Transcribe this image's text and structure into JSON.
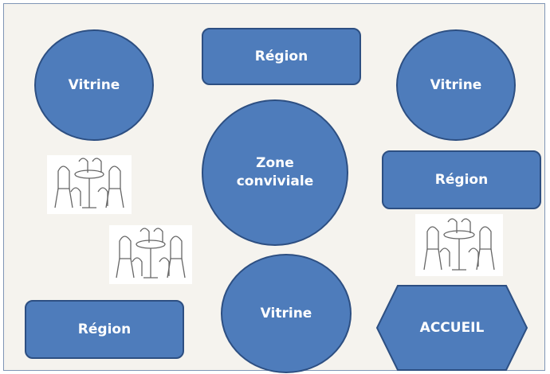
{
  "floorplan": {
    "vitrine_top_left": "Vitrine",
    "region_top": "Région",
    "vitrine_top_right": "Vitrine",
    "zone_conviviale": "Zone\nconviviale",
    "region_right": "Région",
    "vitrine_bottom": "Vitrine",
    "region_bottom_left": "Région",
    "accueil": "ACCUEIL",
    "tables": [
      {
        "icon": "table-chairs-icon"
      },
      {
        "icon": "table-chairs-icon"
      },
      {
        "icon": "table-chairs-icon"
      }
    ]
  },
  "colors": {
    "shape_fill": "#4e7cbb",
    "shape_border": "#2d4f82",
    "background": "#f5f3ee",
    "text": "#ffffff"
  }
}
